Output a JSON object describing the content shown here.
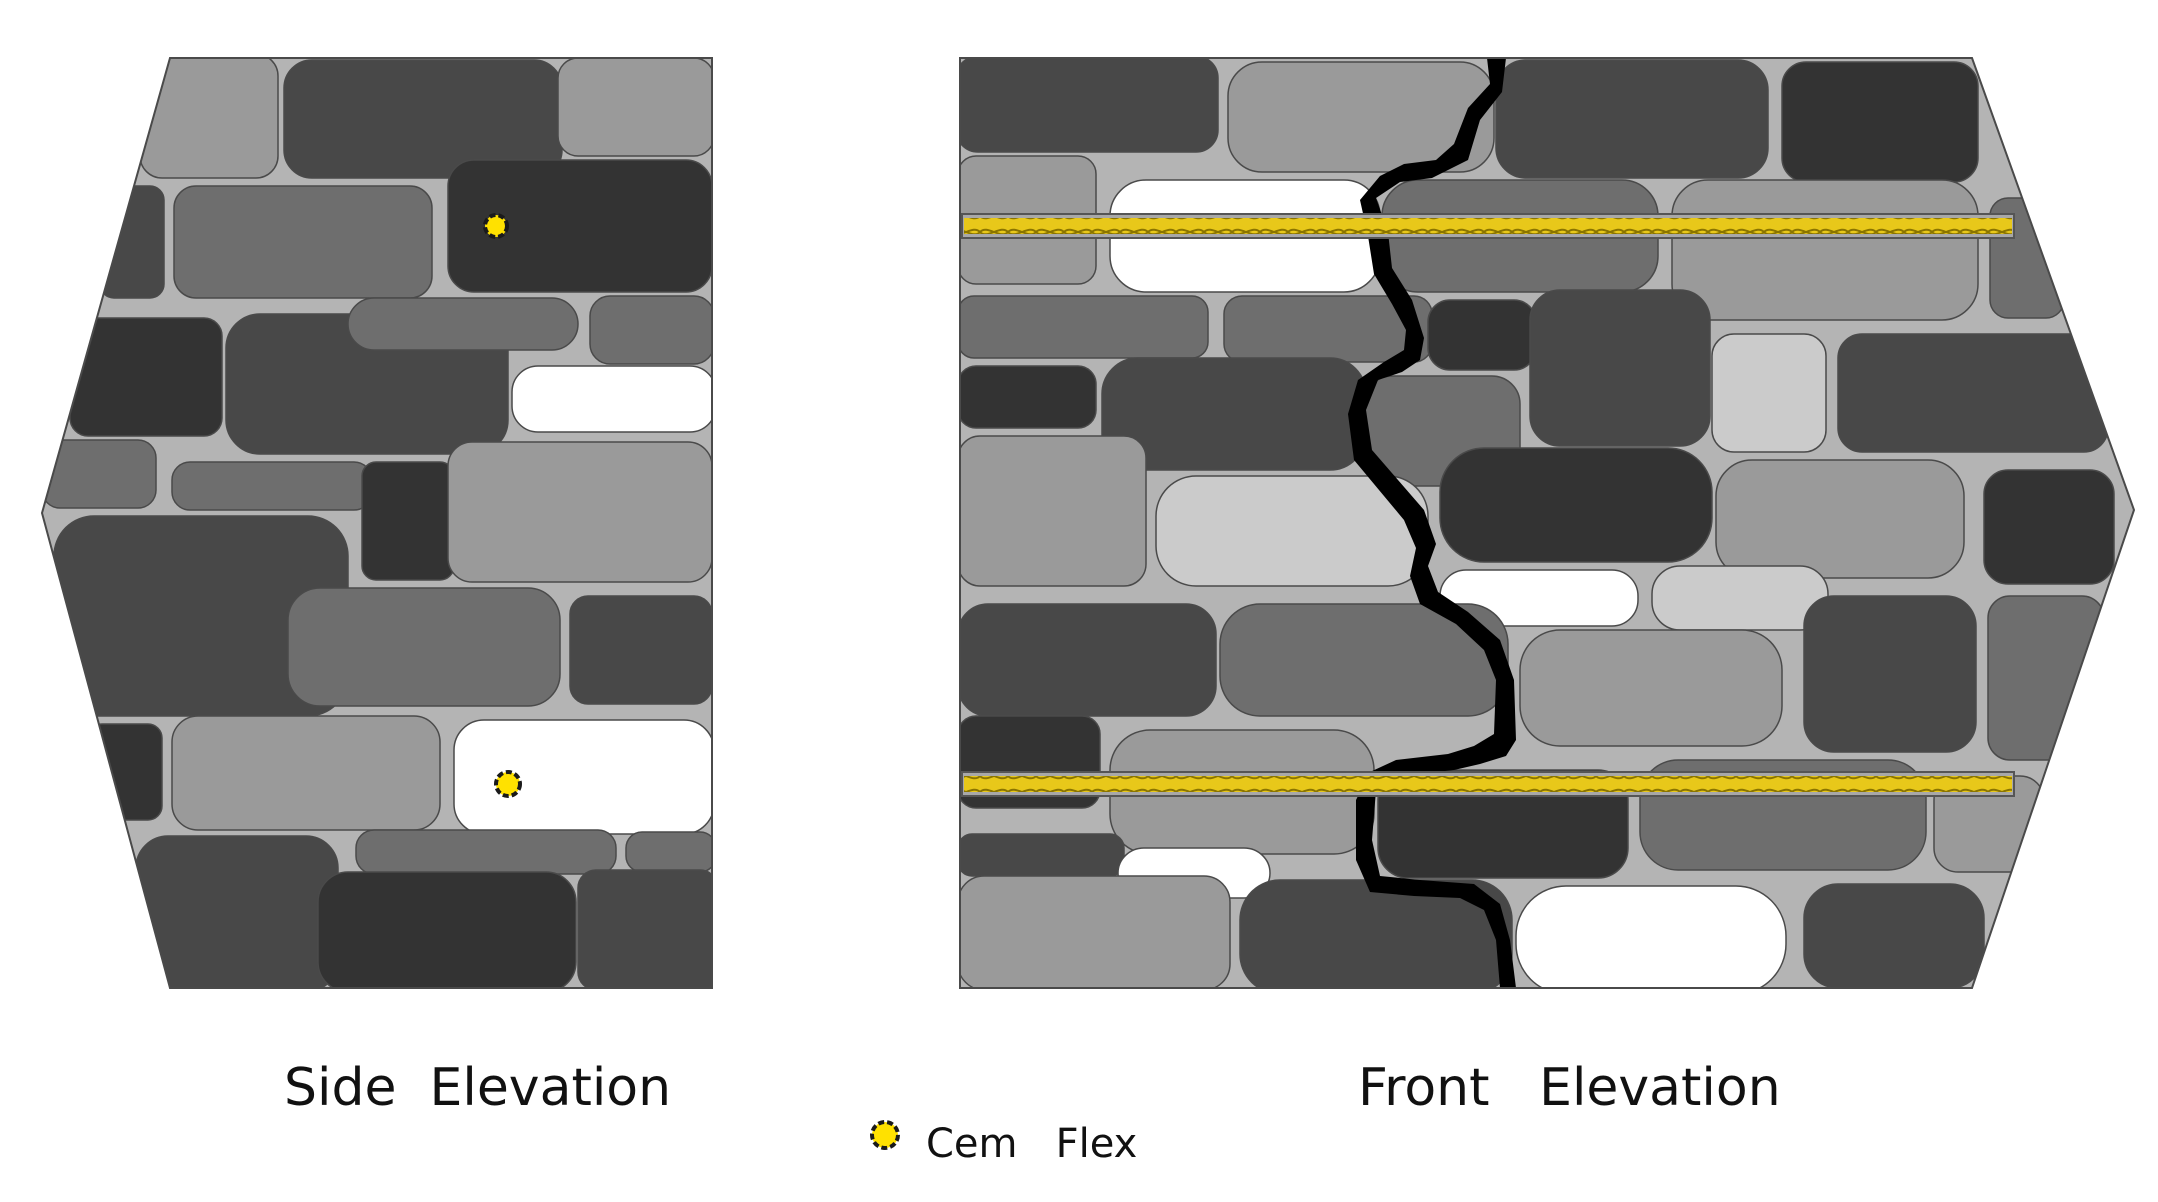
{
  "side_elevation": {
    "caption": "Side  Elevation"
  },
  "front_elevation": {
    "caption": "Front   Elevation"
  },
  "legend": {
    "label": "Cem   Flex",
    "icon": "cem-flex-anchor-icon"
  },
  "colors": {
    "mortar": "#b4b4b4",
    "outline": "#4a4a4a",
    "crack": "#000000",
    "anchor_fill": "#ffe100",
    "rod_fill": "#e8c81a",
    "stone_white": "#ffffff",
    "stone_light": "#cbcbcb",
    "stone_mid": "#9a9a9a",
    "stone_gray": "#6e6e6e",
    "stone_dark": "#484848",
    "stone_darkest": "#333333"
  }
}
